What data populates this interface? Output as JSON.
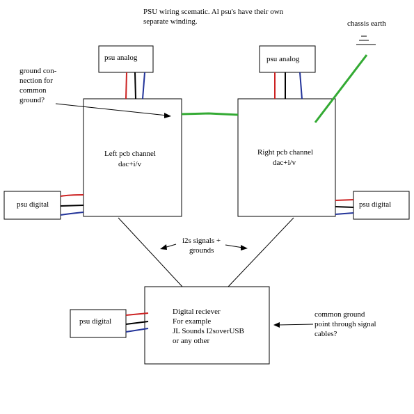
{
  "title": {
    "line1": "PSU wiring scematic. Al psu's have their own",
    "line2": "separate winding."
  },
  "chassis_label": "chassis earth",
  "boxes": {
    "psu_analog_left": "psu analog",
    "psu_analog_right": "psu analog",
    "left_pcb": {
      "line1": "Left pcb channel",
      "line2": "dac+i/v"
    },
    "right_pcb": {
      "line1": "Right pcb channel",
      "line2": "dac+i/v"
    },
    "psu_digital_left": "psu digital",
    "psu_digital_right": "psu digital",
    "psu_digital_bottom": "psu digital",
    "digital_receiver": {
      "line1": "Digital reciever",
      "line2": "For example",
      "line3": "JL Sounds I2soverUSB",
      "line4": "or any other"
    }
  },
  "annotations": {
    "ground_note": [
      "ground con-",
      "nection for",
      "common",
      "ground?"
    ],
    "i2s_note": [
      "i2s signals +",
      "grounds"
    ],
    "common_ground_note": [
      "common ground",
      "point through signal",
      "cables?"
    ]
  },
  "colors": {
    "wire_red": "#cc2222",
    "wire_black": "#000000",
    "wire_blue": "#223399",
    "wire_green": "#33aa33"
  }
}
